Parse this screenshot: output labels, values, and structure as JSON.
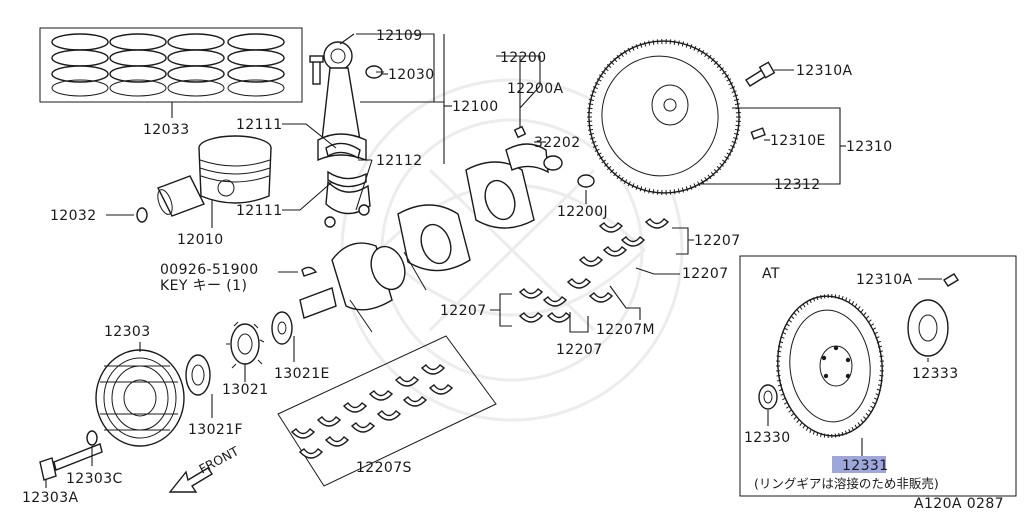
{
  "diagram": {
    "labels": {
      "p12033": "12033",
      "p12109": "12109",
      "p12030": "12030",
      "p12100": "12100",
      "p12111a": "12111",
      "p12111b": "12111",
      "p12112": "12112",
      "p12032": "12032",
      "p12010": "12010",
      "p12200": "12200",
      "p12200a": "12200A",
      "p32202": "32202",
      "p12200j": "12200J",
      "p00926": "00926-51900",
      "key": "KEY キー (1)",
      "p12310a": "12310A",
      "p12310e": "12310E",
      "p12310": "12310",
      "p12312": "12312",
      "p12207a": "12207",
      "p12207b": "12207",
      "p12207c": "12207",
      "p12207d": "12207",
      "p12207m": "12207M",
      "p12207s": "12207S",
      "p12303": "12303",
      "p13021": "13021",
      "p13021e": "13021E",
      "p13021f": "13021F",
      "p12303c": "12303C",
      "p12303a": "12303A",
      "front": "FRONT",
      "at_title": "AT",
      "at12310a": "12310A",
      "at12333": "12333",
      "at12330": "12330",
      "at12331": "12331",
      "at_note": "(リングギアは溶接のため非販売)",
      "code": "A120A 0287"
    },
    "highlight_color": "#9ea7dc"
  }
}
